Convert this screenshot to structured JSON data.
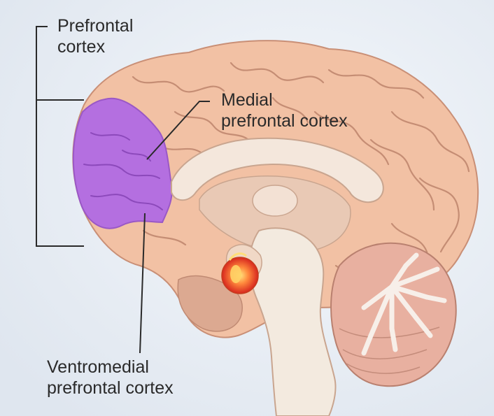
{
  "diagram": {
    "labels": {
      "prefrontal": {
        "line1": "Prefrontal",
        "line2": "cortex"
      },
      "medial": {
        "line1": "Medial",
        "line2": "prefrontal cortex"
      },
      "ventromedial": {
        "line1": "Ventromedial",
        "line2": "prefrontal cortex"
      }
    },
    "colors": {
      "background": "#e9eef5",
      "cortex": "#f2c1a4",
      "prefrontal_highlight": "#b46fe0",
      "inner_structures": "#f4e7dc",
      "brainstem": "#f3eadf",
      "cerebellum": "#e8b0a0",
      "cerebellum_tree": "#f7efe9",
      "nucleus_highlight": "#e64a2b",
      "leader_lines": "#2a2a2a"
    }
  }
}
